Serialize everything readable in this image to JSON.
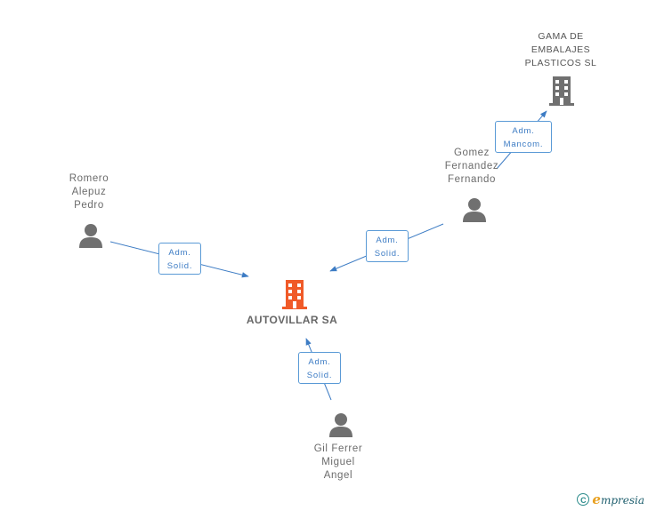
{
  "nodes": {
    "romero": {
      "label": "Romero\nAlepuz\nPedro"
    },
    "gomez": {
      "label": "Gomez\nFernandez\nFernando"
    },
    "gil": {
      "label": "Gil Ferrer\nMiguel\nAngel"
    },
    "gama": {
      "label": "GAMA DE\nEMBALAJES\nPLASTICOS  SL"
    },
    "autovillar": {
      "label": "AUTOVILLAR SA"
    }
  },
  "relations": {
    "romero_autovillar": {
      "line1": "Adm.",
      "line2": "Solid."
    },
    "gomez_autovillar": {
      "line1": "Adm.",
      "line2": "Solid."
    },
    "gomez_gama": {
      "line1": "Adm.",
      "line2": "Mancom."
    },
    "gil_autovillar": {
      "line1": "Adm.",
      "line2": "Solid."
    }
  },
  "brand": {
    "copyright_symbol": "C",
    "name_initial": "e",
    "name_rest": "mpresia"
  },
  "colors": {
    "edge": "#3d7cc4",
    "main_company": "#f05a28",
    "other_company": "#707070",
    "person": "#707070"
  }
}
